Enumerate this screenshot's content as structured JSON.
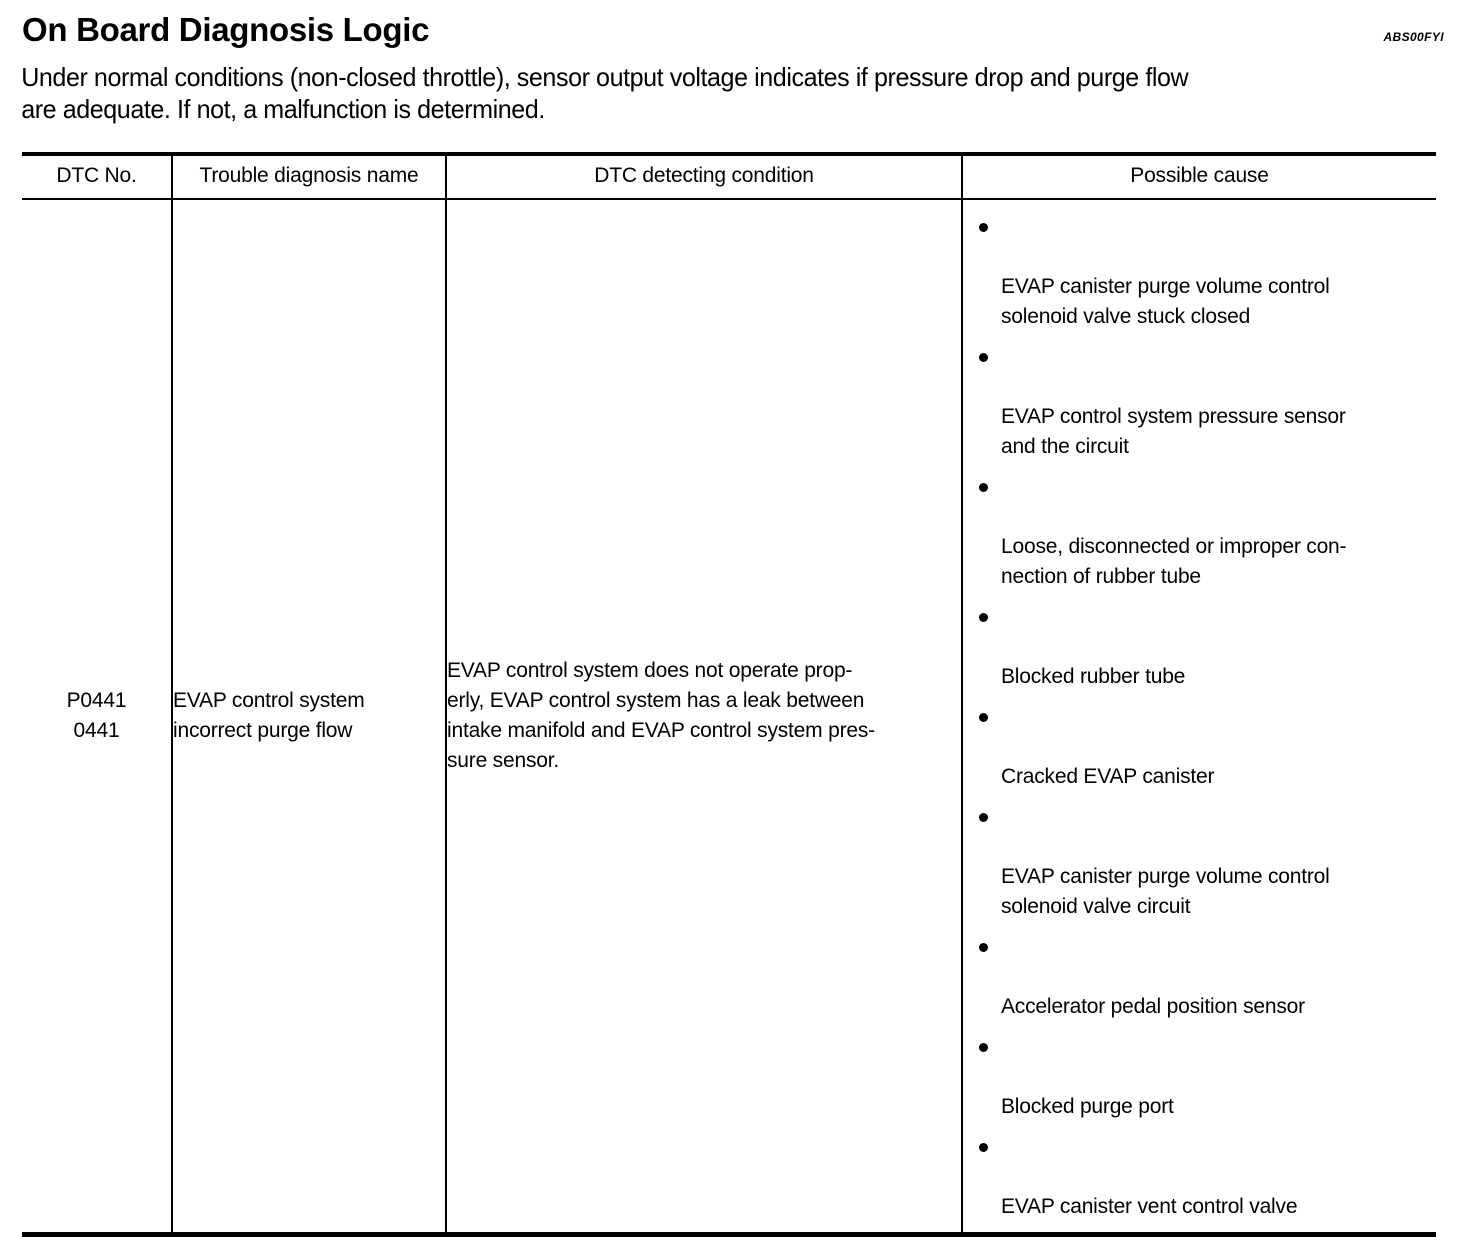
{
  "header": {
    "title": "On Board Diagnosis Logic",
    "reference_code": "ABS00FYI"
  },
  "intro": {
    "text": "Under normal conditions (non-closed throttle), sensor output voltage indicates if pressure drop and purge flow\nare adequate. If not, a malfunction is determined."
  },
  "table": {
    "columns": [
      {
        "key": "dtc_no",
        "label": "DTC No."
      },
      {
        "key": "trouble_name",
        "label": "Trouble diagnosis name"
      },
      {
        "key": "detecting_condition",
        "label": "DTC detecting condition"
      },
      {
        "key": "possible_cause",
        "label": "Possible cause"
      }
    ],
    "rows": [
      {
        "dtc_no_primary": "P0441",
        "dtc_no_secondary": "0441",
        "trouble_name": "EVAP control system\nincorrect purge flow",
        "detecting_condition": "EVAP control system does not operate prop-\nerly, EVAP control system has a leak between\nintake manifold and EVAP control system pres-\nsure sensor.",
        "possible_causes": [
          "EVAP canister purge volume control\nsolenoid valve stuck closed",
          "EVAP control system pressure sensor\nand the circuit",
          "Loose, disconnected or improper con-\nnection of rubber tube",
          "Blocked rubber tube",
          "Cracked EVAP canister",
          "EVAP canister purge volume control\nsolenoid valve circuit",
          "Accelerator pedal position sensor",
          "Blocked purge port",
          "EVAP canister vent control valve"
        ]
      }
    ]
  }
}
